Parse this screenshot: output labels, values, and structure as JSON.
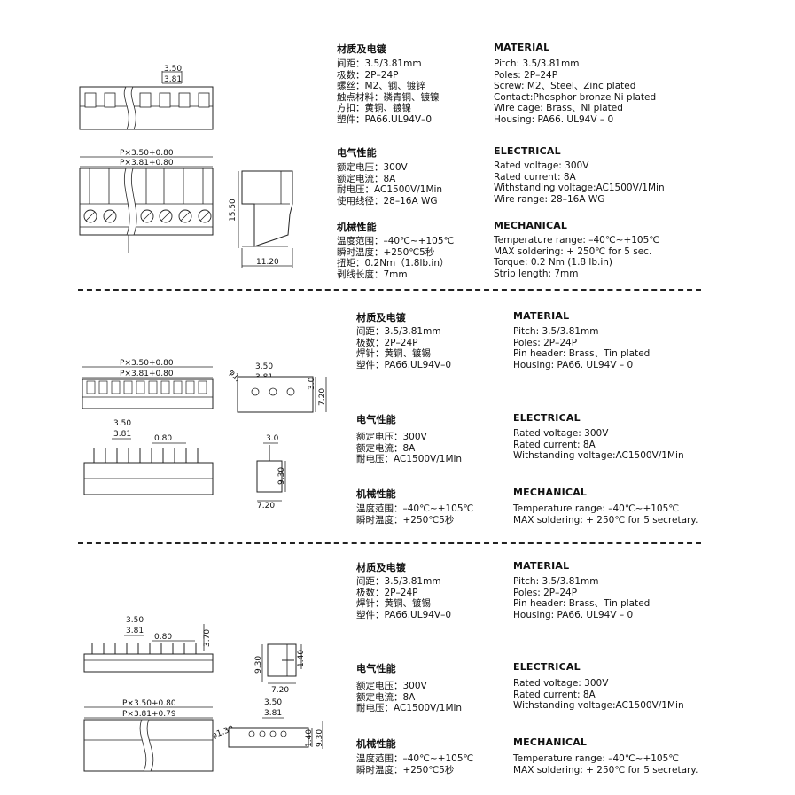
{
  "sections": [
    {
      "cn": {
        "material_head": "材质及电镀",
        "material": [
          "间距：3.5/3.81mm",
          "极数：2P–24P",
          "螺丝：M2、钢、镀锌",
          "触点材料：磷青铜、镀镍",
          "方扣：黄铜、镀镍",
          "塑件：PA66.UL94V–0"
        ],
        "electrical_head": "电气性能",
        "electrical": [
          "额定电压：300V",
          "额定电流：8A",
          "耐电压：AC1500V/1Min",
          "使用线径：28–16A WG"
        ],
        "mechanical_head": "机械性能",
        "mechanical": [
          "温度范围：–40℃~+105℃",
          "瞬时温度：+250℃5秒",
          "扭矩：0.2Nm（1.8lb.in）",
          "剥线长度：7mm"
        ]
      },
      "en": {
        "material_head": "MATERIAL",
        "material": [
          "Pitch: 3.5/3.81mm",
          "Poles:  2P–24P",
          "Screw: M2、Steel、Zinc plated",
          "Contact:Phosphor bronze Ni plated",
          "Wire cage: Brass、Ni plated",
          "Housing: PA66. UL94V – 0"
        ],
        "electrical_head": "ELECTRICAL",
        "electrical": [
          "Rated voltage: 300V",
          "Rated current: 8A",
          "Withstanding voltage:AC1500V/1Min",
          "Wire range: 28–16A WG"
        ],
        "mechanical_head": "MECHANICAL",
        "mechanical": [
          "Temperature range: –40℃~+105℃",
          "MAX soldering: + 250℃ for 5 sec.",
          "Torque: 0.2 Nm (1.8 lb.in)",
          "Strip length: 7mm"
        ]
      },
      "dims": {
        "pitch1": "3.50",
        "pitch2": "3.81",
        "len1": "P×3.50+0.80",
        "len2": "P×3.81+0.80",
        "height": "15.50",
        "depth": "11.20"
      }
    },
    {
      "cn": {
        "material_head": "材质及电镀",
        "material": [
          "间距：3.5/3.81mm",
          "极数：2P–24P",
          "焊针：黄铜、镀锡",
          "塑件：PA66.UL94V–0"
        ],
        "electrical_head": "电气性能",
        "electrical": [
          "额定电压：300V",
          "额定电流：8A",
          "耐电压：AC1500V/1Min"
        ],
        "mechanical_head": "机械性能",
        "mechanical": [
          "温度范围：–40℃~+105℃",
          "瞬时温度：+250℃5秒"
        ]
      },
      "en": {
        "material_head": "MATERIAL",
        "material": [
          "Pitch: 3.5/3.81mm",
          "Poles:  2P–24P",
          "Pin header: Brass、Tin plated",
          "Housing: PA66. UL94V – 0"
        ],
        "electrical_head": "ELECTRICAL",
        "electrical": [
          "Rated voltage: 300V",
          "Rated current: 8A",
          "Withstanding voltage:AC1500V/1Min"
        ],
        "mechanical_head": "MECHANICAL",
        "mechanical": [
          "Temperature range: –40℃~+105℃",
          "MAX soldering: + 250℃ for 5 secretary."
        ]
      },
      "dims": {
        "len1": "P×3.50+0.80",
        "len2": "P×3.81+0.80",
        "hole": "φ1.30",
        "pitch1": "3.50",
        "pitch2": "3.81",
        "h1": "3.0",
        "h2": "7.20",
        "pin_pitch1": "3.50",
        "pin_pitch2": "3.81",
        "pin_w": "0.80",
        "side_top": "3.0",
        "side_h": "9.30",
        "side_w": "7.20"
      }
    },
    {
      "cn": {
        "material_head": "材质及电镀",
        "material": [
          "间距：3.5/3.81mm",
          "极数：2P–24P",
          "焊针：黄铜、镀锡",
          "塑件：PA66.UL94V–0"
        ],
        "electrical_head": "电气性能",
        "electrical": [
          "额定电压：300V",
          "额定电流：8A",
          "耐电压：AC1500V/1Min"
        ],
        "mechanical_head": "机械性能",
        "mechanical": [
          "温度范围：–40℃~+105℃",
          "瞬时温度：+250℃5秒"
        ]
      },
      "en": {
        "material_head": "MATERIAL",
        "material": [
          "Pitch: 3.5/3.81mm",
          "Poles:  2P–24P",
          "Pin header: Brass、Tin plated",
          "Housing: PA66. UL94V – 0"
        ],
        "electrical_head": "ELECTRICAL",
        "electrical": [
          "Rated voltage: 300V",
          "Rated current: 8A",
          "Withstanding voltage:AC1500V/1Min"
        ],
        "mechanical_head": "MECHANICAL",
        "mechanical": [
          "Temperature range: –40℃~+105℃",
          "MAX soldering: + 250℃ for 5 secretary."
        ]
      },
      "dims": {
        "pin_pitch1": "3.50",
        "pin_pitch2": "3.81",
        "pin_w": "0.80",
        "pin_h": "3.70",
        "side_h": "9.30",
        "side_small": "1.40",
        "side_w": "7.20",
        "pitch1": "3.50",
        "pitch2": "3.81",
        "len1": "P×3.50+0.80",
        "len2": "P×3.81+0.79",
        "hole": "φ1.30",
        "h_small": "1.40",
        "h_big": "9.30"
      }
    }
  ]
}
